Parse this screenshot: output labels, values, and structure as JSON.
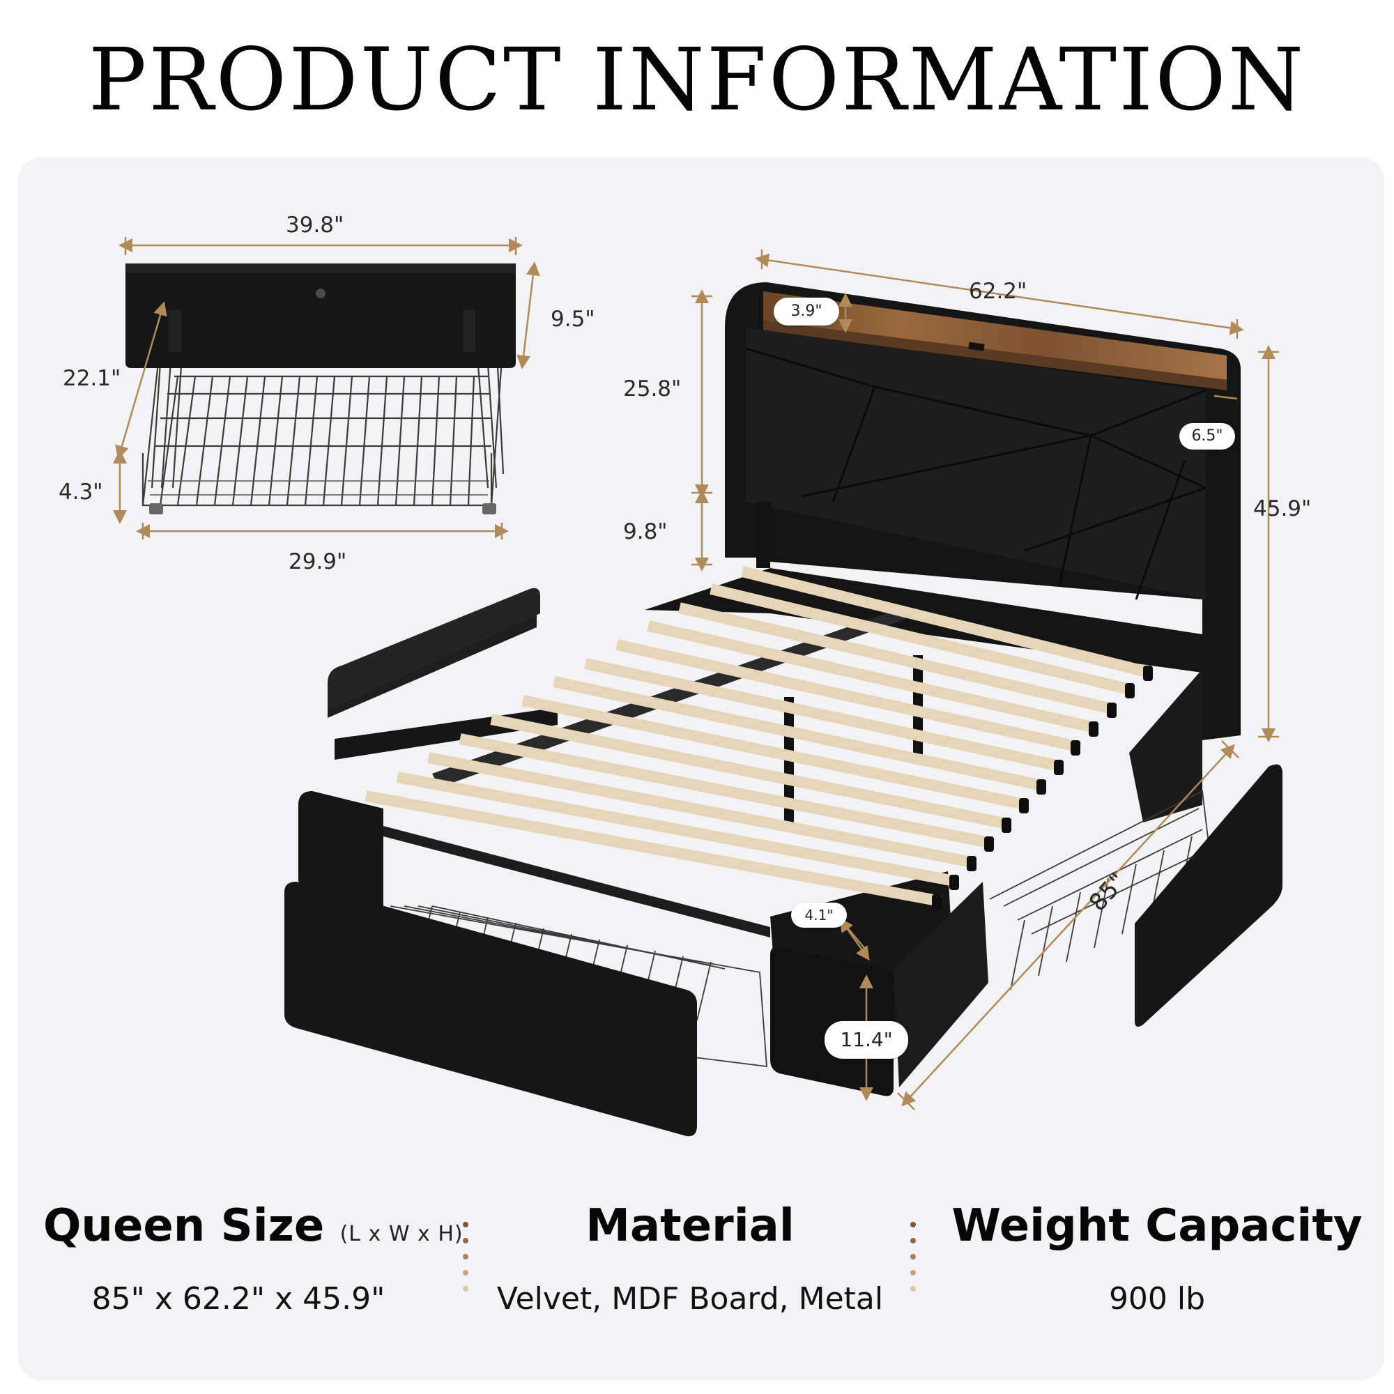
{
  "title": "PRODUCT INFORMATION",
  "drawer": {
    "width": "39.8\"",
    "front_height": "9.5\"",
    "depth": "22.1\"",
    "leg": "4.3\"",
    "bottom_width": "29.9\""
  },
  "bed": {
    "width": "62.2\"",
    "shelf_depth": "3.9\"",
    "headboard_upper": "25.8\"",
    "headboard_lower": "9.8\"",
    "side_width": "6.5\"",
    "total_height": "45.9\"",
    "length": "85\"",
    "slat_gap": "4.1\"",
    "clearance": "11.4\""
  },
  "specs": {
    "size": {
      "label": "Queen Size",
      "note": "(L x W x H)",
      "value": "85\" x 62.2\" x 45.9\""
    },
    "material": {
      "label": "Material",
      "value": "Velvet, MDF Board, Metal"
    },
    "capacity": {
      "label": "Weight Capacity",
      "value": "900 lb"
    }
  },
  "colors": {
    "accent": "#b08a5a",
    "upholstery": "#161616",
    "wood_shelf": "#8a5a30",
    "slat": "#e6d6b8",
    "panel": "#f3f3f5"
  }
}
